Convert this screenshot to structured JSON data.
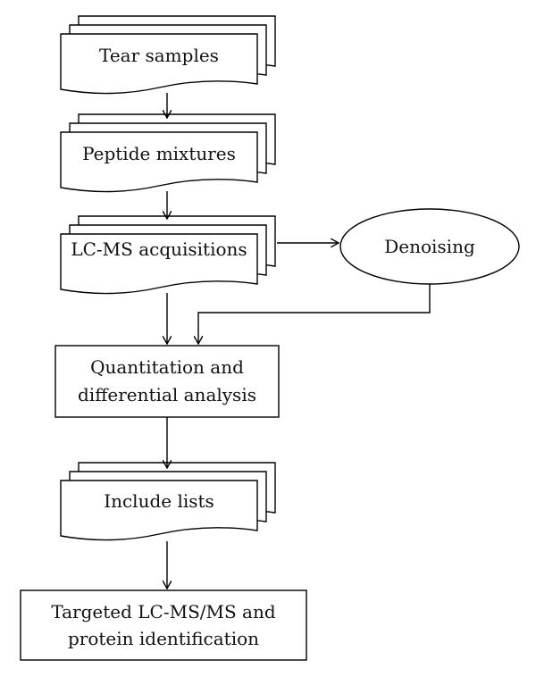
{
  "diagram": {
    "stroke_color": "#000000",
    "background": "#ffffff",
    "nodes": {
      "tear_samples": {
        "label": "Tear samples",
        "shape": "multi-document"
      },
      "peptide_mixtures": {
        "label": "Peptide mixtures",
        "shape": "multi-document"
      },
      "lcms_acquisitions": {
        "label": "LC-MS acquisitions",
        "shape": "multi-document"
      },
      "denoising": {
        "label": "Denoising",
        "shape": "ellipse"
      },
      "quantitation": {
        "line1": "Quantitation and",
        "line2": "differential analysis",
        "shape": "rectangle"
      },
      "include_lists": {
        "label": "Include lists",
        "shape": "multi-document"
      },
      "targeted": {
        "line1": "Targeted LC-MS/MS and",
        "line2": "protein identification",
        "shape": "rectangle"
      }
    },
    "edges": [
      {
        "from": "Tear samples",
        "to": "Peptide mixtures"
      },
      {
        "from": "Peptide mixtures",
        "to": "LC-MS acquisitions"
      },
      {
        "from": "LC-MS acquisitions",
        "to": "Denoising"
      },
      {
        "from": "LC-MS acquisitions",
        "to": "Quantitation and differential analysis"
      },
      {
        "from": "Denoising",
        "to": "Quantitation and differential analysis"
      },
      {
        "from": "Quantitation and differential analysis",
        "to": "Include lists"
      },
      {
        "from": "Include lists",
        "to": "Targeted LC-MS/MS and protein identification"
      }
    ]
  }
}
